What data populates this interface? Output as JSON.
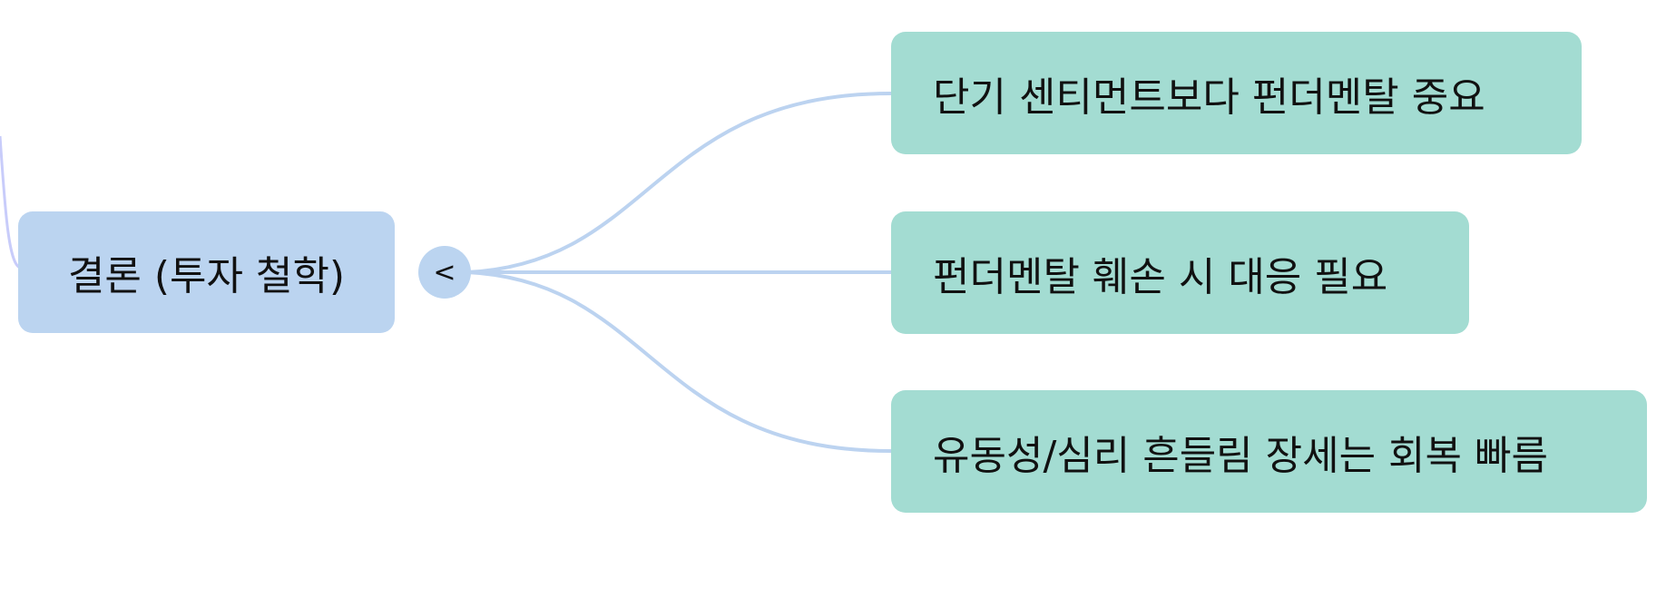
{
  "mindmap": {
    "root": {
      "label": "결론 (투자 철학)",
      "color": "#BBD4F0"
    },
    "collapse_toggle": {
      "glyph": "<",
      "icon": "collapse-icon"
    },
    "children": [
      {
        "label": "단기 센티먼트보다 펀더멘탈 중요"
      },
      {
        "label": "펀더멘탈 훼손 시 대응 필요"
      },
      {
        "label": "유동성/심리 흔들림 장세는 회복 빠름"
      }
    ],
    "colors": {
      "child_fill": "#A3DCD2",
      "link": "#BCD3F0",
      "parent_link": "#C8CCFA",
      "text": "#111111"
    }
  }
}
